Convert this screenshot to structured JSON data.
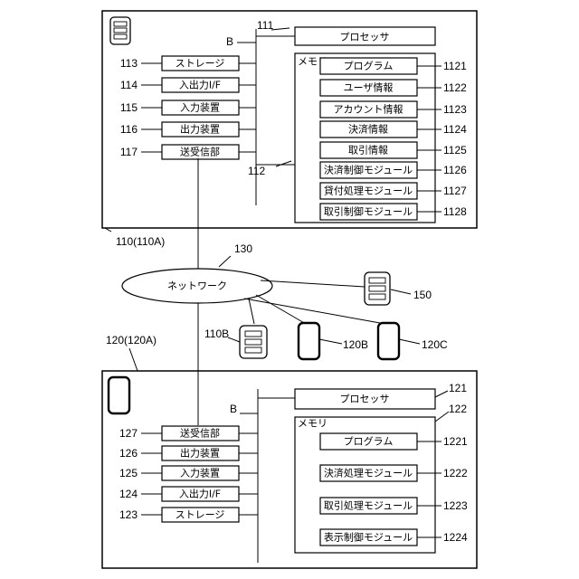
{
  "top": {
    "ref": "110(110A)",
    "bus": "B",
    "processor": {
      "label": "プロセッサ",
      "ref": "111"
    },
    "memory": {
      "label": "メモリ",
      "ref": "112"
    },
    "left_items": [
      {
        "label": "ストレージ",
        "ref": "113"
      },
      {
        "label": "入出力I/F",
        "ref": "114"
      },
      {
        "label": "入力装置",
        "ref": "115"
      },
      {
        "label": "出力装置",
        "ref": "116"
      },
      {
        "label": "送受信部",
        "ref": "117"
      }
    ],
    "memory_items": [
      {
        "label": "プログラム",
        "ref": "1121"
      },
      {
        "label": "ユーザ情報",
        "ref": "1122"
      },
      {
        "label": "アカウント情報",
        "ref": "1123"
      },
      {
        "label": "決済情報",
        "ref": "1124"
      },
      {
        "label": "取引情報",
        "ref": "1125"
      },
      {
        "label": "決済制御モジュール",
        "ref": "1126"
      },
      {
        "label": "貸付処理モジュール",
        "ref": "1127"
      },
      {
        "label": "取引制御モジュール",
        "ref": "1128"
      }
    ]
  },
  "network": {
    "label": "ネットワーク",
    "ref": "130"
  },
  "devices": {
    "server": "150",
    "server_b": "110B",
    "phone_b": "120B",
    "phone_c": "120C"
  },
  "bottom": {
    "ref": "120(120A)",
    "bus": "B",
    "processor": {
      "label": "プロセッサ",
      "ref": "121"
    },
    "memory": {
      "label": "メモリ",
      "ref": "122"
    },
    "left_items": [
      {
        "label": "送受信部",
        "ref": "127"
      },
      {
        "label": "出力装置",
        "ref": "126"
      },
      {
        "label": "入力装置",
        "ref": "125"
      },
      {
        "label": "入出力I/F",
        "ref": "124"
      },
      {
        "label": "ストレージ",
        "ref": "123"
      }
    ],
    "memory_items": [
      {
        "label": "プログラム",
        "ref": "1221"
      },
      {
        "label": "決済処理モジュール",
        "ref": "1222"
      },
      {
        "label": "取引処理モジュール",
        "ref": "1223"
      },
      {
        "label": "表示制御モジュール",
        "ref": "1224"
      }
    ]
  }
}
